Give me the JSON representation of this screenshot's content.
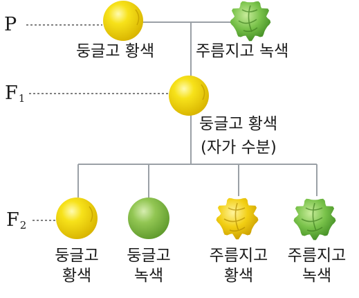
{
  "generations": {
    "p": {
      "label": "P"
    },
    "f1": {
      "label": "F",
      "sub": "1"
    },
    "f2": {
      "label": "F",
      "sub": "2"
    }
  },
  "parents": [
    {
      "shape": "둥글고",
      "color": "황색",
      "text": "둥글고 황색",
      "surface": "round",
      "hex": "#f2d600"
    },
    {
      "shape": "주름지고",
      "color": "녹색",
      "text": "주름지고 녹색",
      "surface": "wrinkled",
      "hex": "#74c04a"
    }
  ],
  "f1": {
    "text": "둥글고 황색",
    "note": "(자가 수분)",
    "surface": "round",
    "hex": "#f2d600"
  },
  "f2": [
    {
      "line1": "둥글고",
      "line2": "황색",
      "surface": "round",
      "hex": "#f2d600"
    },
    {
      "line1": "둥글고",
      "line2": "녹색",
      "surface": "round",
      "hex": "#8cc44a"
    },
    {
      "line1": "주름지고",
      "line2": "황색",
      "surface": "wrinkled",
      "hex": "#f0cc10"
    },
    {
      "line1": "주름지고",
      "line2": "녹색",
      "surface": "wrinkled",
      "hex": "#74c04a"
    }
  ],
  "colors": {
    "line": "#9aa0a6",
    "dash": "#333333"
  }
}
